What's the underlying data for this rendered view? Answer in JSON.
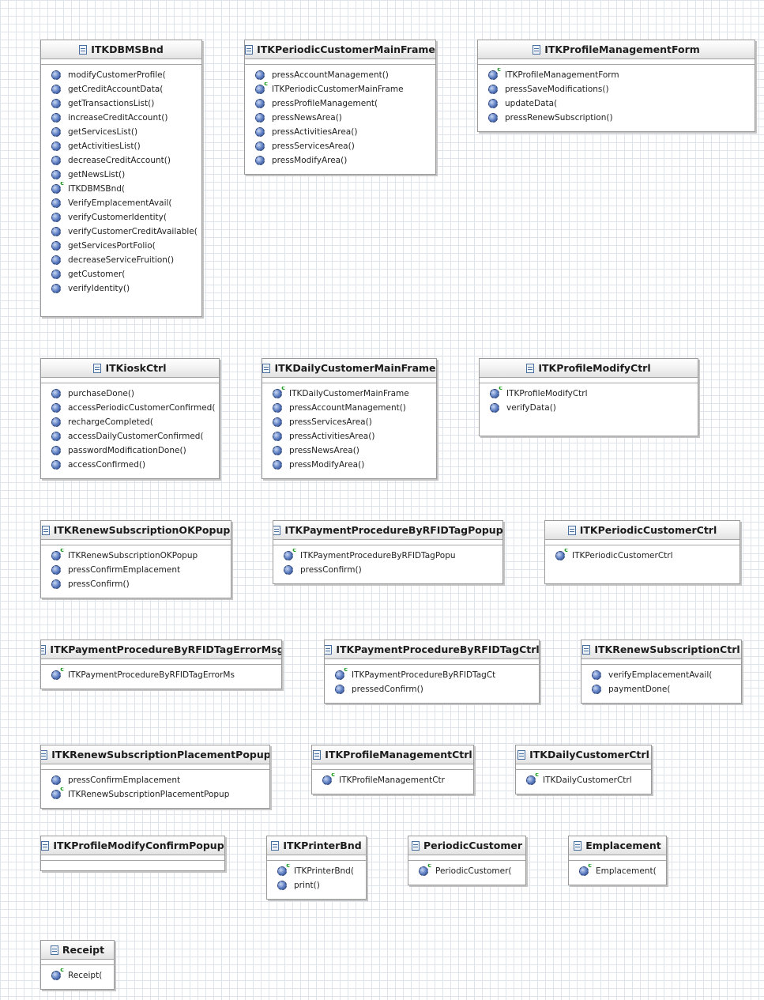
{
  "diagram": {
    "classes": [
      {
        "name": "ITKDBMSBnd",
        "ops": [
          {
            "label": "modifyCustomerProfile(",
            "ctor": false
          },
          {
            "label": "getCreditAccountData(",
            "ctor": false
          },
          {
            "label": "getTransactionsList()",
            "ctor": false
          },
          {
            "label": "increaseCreditAccount()",
            "ctor": false
          },
          {
            "label": "getServicesList()",
            "ctor": false
          },
          {
            "label": "getActivitiesList()",
            "ctor": false
          },
          {
            "label": "decreaseCreditAccount()",
            "ctor": false
          },
          {
            "label": "getNewsList()",
            "ctor": false
          },
          {
            "label": "ITKDBMSBnd(",
            "ctor": true
          },
          {
            "label": "VerifyEmplacementAvail(",
            "ctor": false
          },
          {
            "label": "verifyCustomerIdentity(",
            "ctor": false
          },
          {
            "label": "verifyCustomerCreditAvailable(",
            "ctor": false
          },
          {
            "label": "getServicesPortFolio(",
            "ctor": false
          },
          {
            "label": "decreaseServiceFruition()",
            "ctor": false
          },
          {
            "label": "getCustomer(",
            "ctor": false
          },
          {
            "label": "verifyIdentity()",
            "ctor": false
          }
        ]
      },
      {
        "name": "ITKPeriodicCustomerMainFrame",
        "ops": [
          {
            "label": "pressAccountManagement()",
            "ctor": false
          },
          {
            "label": "ITKPeriodicCustomerMainFrame",
            "ctor": true
          },
          {
            "label": "pressProfileManagement(",
            "ctor": false
          },
          {
            "label": "pressNewsArea()",
            "ctor": false
          },
          {
            "label": "pressActivitiesArea()",
            "ctor": false
          },
          {
            "label": "pressServicesArea()",
            "ctor": false
          },
          {
            "label": "pressModifyArea()",
            "ctor": false
          }
        ]
      },
      {
        "name": "ITKProfileManagementForm",
        "ops": [
          {
            "label": "ITKProfileManagementForm",
            "ctor": true
          },
          {
            "label": "pressSaveModifications()",
            "ctor": false
          },
          {
            "label": "updateData(",
            "ctor": false
          },
          {
            "label": "pressRenewSubscription()",
            "ctor": false
          }
        ]
      },
      {
        "name": "ITKioskCtrl",
        "ops": [
          {
            "label": "purchaseDone()",
            "ctor": false
          },
          {
            "label": "accessPeriodicCustomerConfirmed(",
            "ctor": false
          },
          {
            "label": "rechargeCompleted(",
            "ctor": false
          },
          {
            "label": "accessDailyCustomerConfirmed(",
            "ctor": false
          },
          {
            "label": "passwordModificationDone()",
            "ctor": false
          },
          {
            "label": "accessConfirmed()",
            "ctor": false
          }
        ]
      },
      {
        "name": "ITKDailyCustomerMainFrame",
        "ops": [
          {
            "label": "ITKDailyCustomerMainFrame",
            "ctor": true
          },
          {
            "label": "pressAccountManagement()",
            "ctor": false
          },
          {
            "label": "pressServicesArea()",
            "ctor": false
          },
          {
            "label": "pressActivitiesArea()",
            "ctor": false
          },
          {
            "label": "pressNewsArea()",
            "ctor": false
          },
          {
            "label": "pressModifyArea()",
            "ctor": false
          }
        ]
      },
      {
        "name": "ITKProfileModifyCtrl",
        "ops": [
          {
            "label": "ITKProfileModifyCtrl",
            "ctor": true
          },
          {
            "label": "verifyData()",
            "ctor": false
          }
        ]
      },
      {
        "name": "ITKRenewSubscriptionOKPopup",
        "ops": [
          {
            "label": "ITKRenewSubscriptionOKPopup",
            "ctor": true
          },
          {
            "label": "pressConfirmEmplacement",
            "ctor": false
          },
          {
            "label": "pressConfirm()",
            "ctor": false
          }
        ]
      },
      {
        "name": "ITKPaymentProcedureByRFIDTagPopup",
        "ops": [
          {
            "label": "ITKPaymentProcedureByRFIDTagPopu",
            "ctor": true
          },
          {
            "label": "pressConfirm()",
            "ctor": false
          }
        ]
      },
      {
        "name": "ITKPeriodicCustomerCtrl",
        "ops": [
          {
            "label": "ITKPeriodicCustomerCtrl",
            "ctor": true
          }
        ]
      },
      {
        "name": "ITKPaymentProcedureByRFIDTagErrorMsg",
        "ops": [
          {
            "label": "ITKPaymentProcedureByRFIDTagErrorMs",
            "ctor": true
          }
        ]
      },
      {
        "name": "ITKPaymentProcedureByRFIDTagCtrl",
        "ops": [
          {
            "label": "ITKPaymentProcedureByRFIDTagCt",
            "ctor": true
          },
          {
            "label": "pressedConfirm()",
            "ctor": false
          }
        ]
      },
      {
        "name": "ITKRenewSubscriptionCtrl",
        "ops": [
          {
            "label": "verifyEmplacementAvail(",
            "ctor": false
          },
          {
            "label": "paymentDone(",
            "ctor": false
          }
        ]
      },
      {
        "name": "ITKRenewSubscriptionPlacementPopup",
        "ops": [
          {
            "label": "pressConfirmEmplacement",
            "ctor": false
          },
          {
            "label": "ITKRenewSubscriptionPlacementPopup",
            "ctor": true
          }
        ]
      },
      {
        "name": "ITKProfileManagementCtrl",
        "ops": [
          {
            "label": "ITKProfileManagementCtr",
            "ctor": true
          }
        ]
      },
      {
        "name": "ITKDailyCustomerCtrl",
        "ops": [
          {
            "label": "ITKDailyCustomerCtrl",
            "ctor": true
          }
        ]
      },
      {
        "name": "ITKProfileModifyConfirmPopup",
        "ops": []
      },
      {
        "name": "ITKPrinterBnd",
        "ops": [
          {
            "label": "ITKPrinterBnd(",
            "ctor": true
          },
          {
            "label": "print()",
            "ctor": false
          }
        ]
      },
      {
        "name": "PeriodicCustomer",
        "ops": [
          {
            "label": "PeriodicCustomer(",
            "ctor": true
          }
        ]
      },
      {
        "name": "Emplacement",
        "ops": [
          {
            "label": "Emplacement(",
            "ctor": true
          }
        ]
      },
      {
        "name": "Receipt",
        "ops": [
          {
            "label": "Receipt(",
            "ctor": true
          }
        ]
      }
    ]
  }
}
